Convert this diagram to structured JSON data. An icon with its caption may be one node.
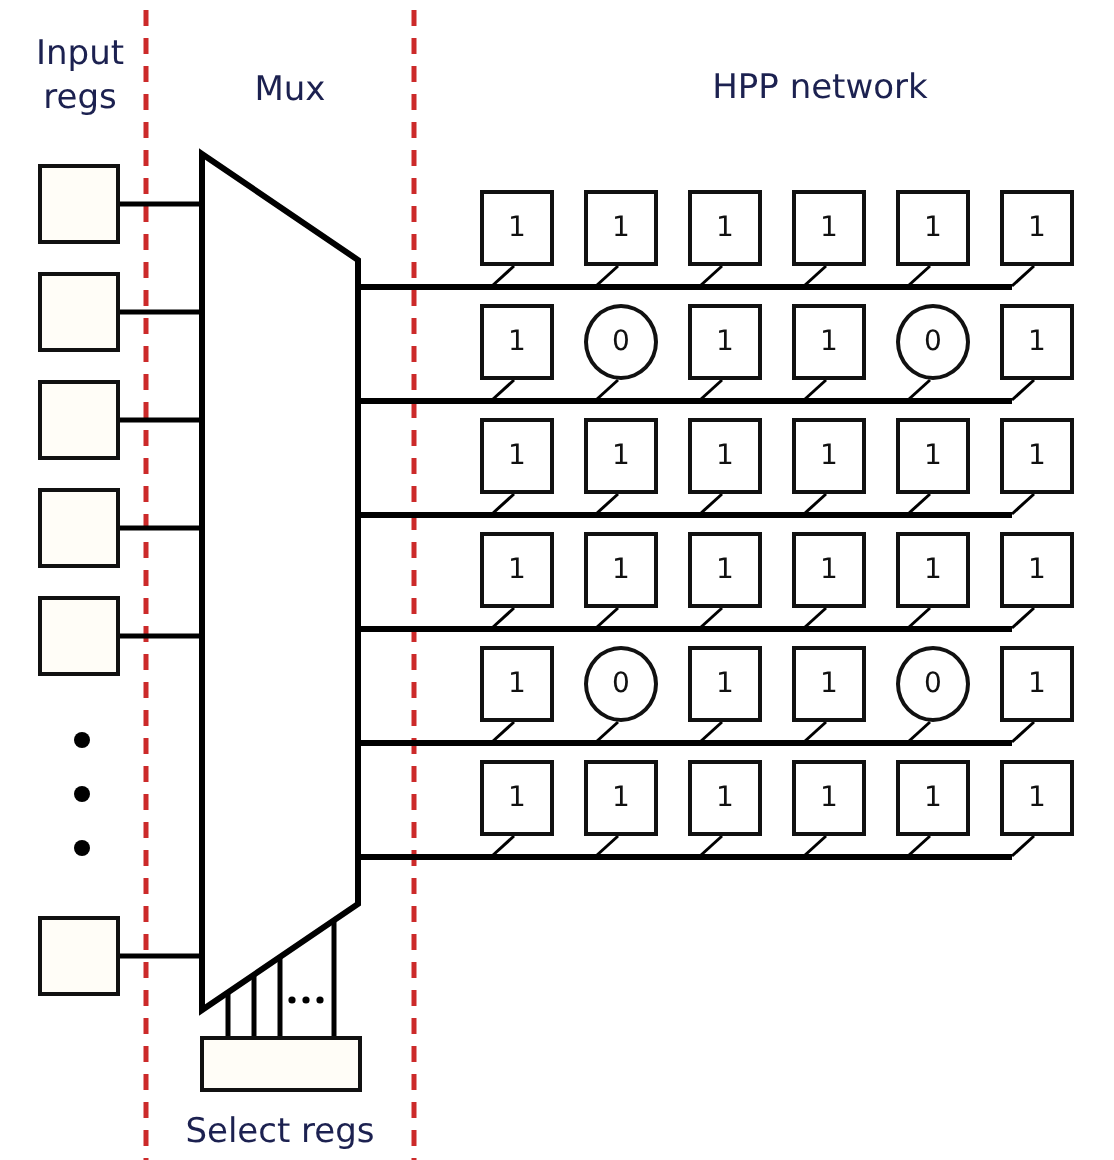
{
  "diagram": {
    "nodes": [
      {
        "text": [],
        "shape": "box"
      },
      {
        "text": [],
        "shape": "box"
      },
      {
        "text": [],
        "shape": "box"
      },
      {
        "text": [],
        "shape": "box"
      },
      {
        "text": [],
        "shape": "box"
      },
      {
        "text": [],
        "shape": "box"
      },
      {
        "text": [
          "Mux"
        ]
      },
      {
        "text": [
          "Select regs"
        ]
      },
      {
        "text": [
          "1"
        ]
      },
      {
        "text": [
          "1"
        ]
      },
      {
        "text": [
          "1"
        ]
      },
      {
        "text": [
          "1"
        ]
      },
      {
        "text": [
          "1"
        ]
      },
      {
        "text": [
          "1"
        ]
      },
      {
        "text": [],
        "shape": "bar"
      },
      {
        "text": [
          "1"
        ]
      },
      {
        "text": [
          "0"
        ]
      },
      {
        "text": [
          "1"
        ]
      },
      {
        "text": [
          "1"
        ]
      },
      {
        "text": [
          "0"
        ]
      },
      {
        "text": [
          "1"
        ]
      },
      {
        "text": [],
        "shape": "bar"
      },
      {
        "text": [
          "1"
        ]
      },
      {
        "text": [
          "1"
        ]
      },
      {
        "text": [
          "1"
        ]
      },
      {
        "text": [
          "1"
        ]
      },
      {
        "text": [
          "1"
        ]
      },
      {
        "text": [
          "1"
        ]
      },
      {
        "text": [],
        "shape": "bar"
      },
      {
        "text": [
          "1"
        ]
      },
      {
        "text": [
          "1"
        ]
      },
      {
        "text": [
          "1"
        ]
      },
      {
        "text": [
          "1"
        ]
      },
      {
        "text": [
          "1"
        ]
      },
      {
        "text": [
          "1"
        ]
      },
      {
        "text": [],
        "shape": "bar"
      },
      {
        "text": [
          "1"
        ]
      },
      {
        "text": [
          "0"
        ]
      },
      {
        "text": [
          "1"
        ]
      },
      {
        "text": [
          "1"
        ]
      },
      {
        "text": [
          "0"
        ]
      },
      {
        "text": [
          "1"
        ]
      },
      {
        "text": [],
        "shape": "bar"
      },
      {
        "text": [
          "1"
        ]
      },
      {
        "text": [
          "1"
        ]
      },
      {
        "text": [
          "1"
        ]
      },
      {
        "text": [
          "1"
        ]
      },
      {
        "text": [
          "1"
        ]
      },
      {
        "text": [
          "1"
        ]
      },
      {
        "text": [],
        "shape": "bar"
      }
    ],
    "edges": [
      {
        "from": 0,
        "to": 6,
        "arrow": "none"
      },
      {
        "from": 1,
        "to": 6,
        "arrow": "none"
      },
      {
        "from": 2,
        "to": 6,
        "arrow": "none"
      },
      {
        "from": 3,
        "to": 6,
        "arrow": "none"
      },
      {
        "from": 4,
        "to": 6,
        "arrow": "none"
      },
      {
        "from": 5,
        "to": 6,
        "arrow": "none"
      },
      {
        "from": 7,
        "to": 6,
        "arrow": "none"
      },
      {
        "from": 7,
        "to": 6,
        "arrow": "none"
      },
      {
        "from": 7,
        "to": 6,
        "arrow": "none"
      },
      {
        "from": 7,
        "to": 6,
        "arrow": "none"
      },
      {
        "from": 8,
        "to": 14,
        "arrow": "none"
      },
      {
        "from": 9,
        "to": 14,
        "arrow": "none"
      },
      {
        "from": 10,
        "to": 14,
        "arrow": "none"
      },
      {
        "from": 11,
        "to": 14,
        "arrow": "none"
      },
      {
        "from": 12,
        "to": 14,
        "arrow": "none"
      },
      {
        "from": 13,
        "to": 14,
        "arrow": "none"
      },
      {
        "from": 15,
        "to": 21,
        "arrow": "none"
      },
      {
        "from": 16,
        "to": 21,
        "arrow": "none"
      },
      {
        "from": 17,
        "to": 21,
        "arrow": "none"
      },
      {
        "from": 18,
        "to": 21,
        "arrow": "none"
      },
      {
        "from": 19,
        "to": 21,
        "arrow": "none"
      },
      {
        "from": 20,
        "to": 21,
        "arrow": "none"
      },
      {
        "from": 22,
        "to": 28,
        "arrow": "none"
      },
      {
        "from": 23,
        "to": 28,
        "arrow": "none"
      },
      {
        "from": 24,
        "to": 28,
        "arrow": "none"
      },
      {
        "from": 25,
        "to": 28,
        "arrow": "none"
      },
      {
        "from": 26,
        "to": 28,
        "arrow": "none"
      },
      {
        "from": 27,
        "to": 28,
        "arrow": "none"
      },
      {
        "from": 29,
        "to": 35,
        "arrow": "none"
      },
      {
        "from": 30,
        "to": 35,
        "arrow": "none"
      },
      {
        "from": 31,
        "to": 35,
        "arrow": "none"
      },
      {
        "from": 32,
        "to": 35,
        "arrow": "none"
      },
      {
        "from": 33,
        "to": 35,
        "arrow": "none"
      },
      {
        "from": 34,
        "to": 35,
        "arrow": "none"
      },
      {
        "from": 36,
        "to": 42,
        "arrow": "none"
      },
      {
        "from": 37,
        "to": 42,
        "arrow": "none"
      },
      {
        "from": 38,
        "to": 42,
        "arrow": "none"
      },
      {
        "from": 39,
        "to": 42,
        "arrow": "none"
      },
      {
        "from": 40,
        "to": 42,
        "arrow": "none"
      },
      {
        "from": 41,
        "to": 42,
        "arrow": "none"
      },
      {
        "from": 43,
        "to": 49,
        "arrow": "none"
      },
      {
        "from": 44,
        "to": 49,
        "arrow": "none"
      },
      {
        "from": 45,
        "to": 49,
        "arrow": "none"
      },
      {
        "from": 46,
        "to": 49,
        "arrow": "none"
      },
      {
        "from": 47,
        "to": 49,
        "arrow": "none"
      },
      {
        "from": 48,
        "to": 49,
        "arrow": "none"
      }
    ],
    "labels": [
      "Input regs",
      "HPP network"
    ]
  }
}
